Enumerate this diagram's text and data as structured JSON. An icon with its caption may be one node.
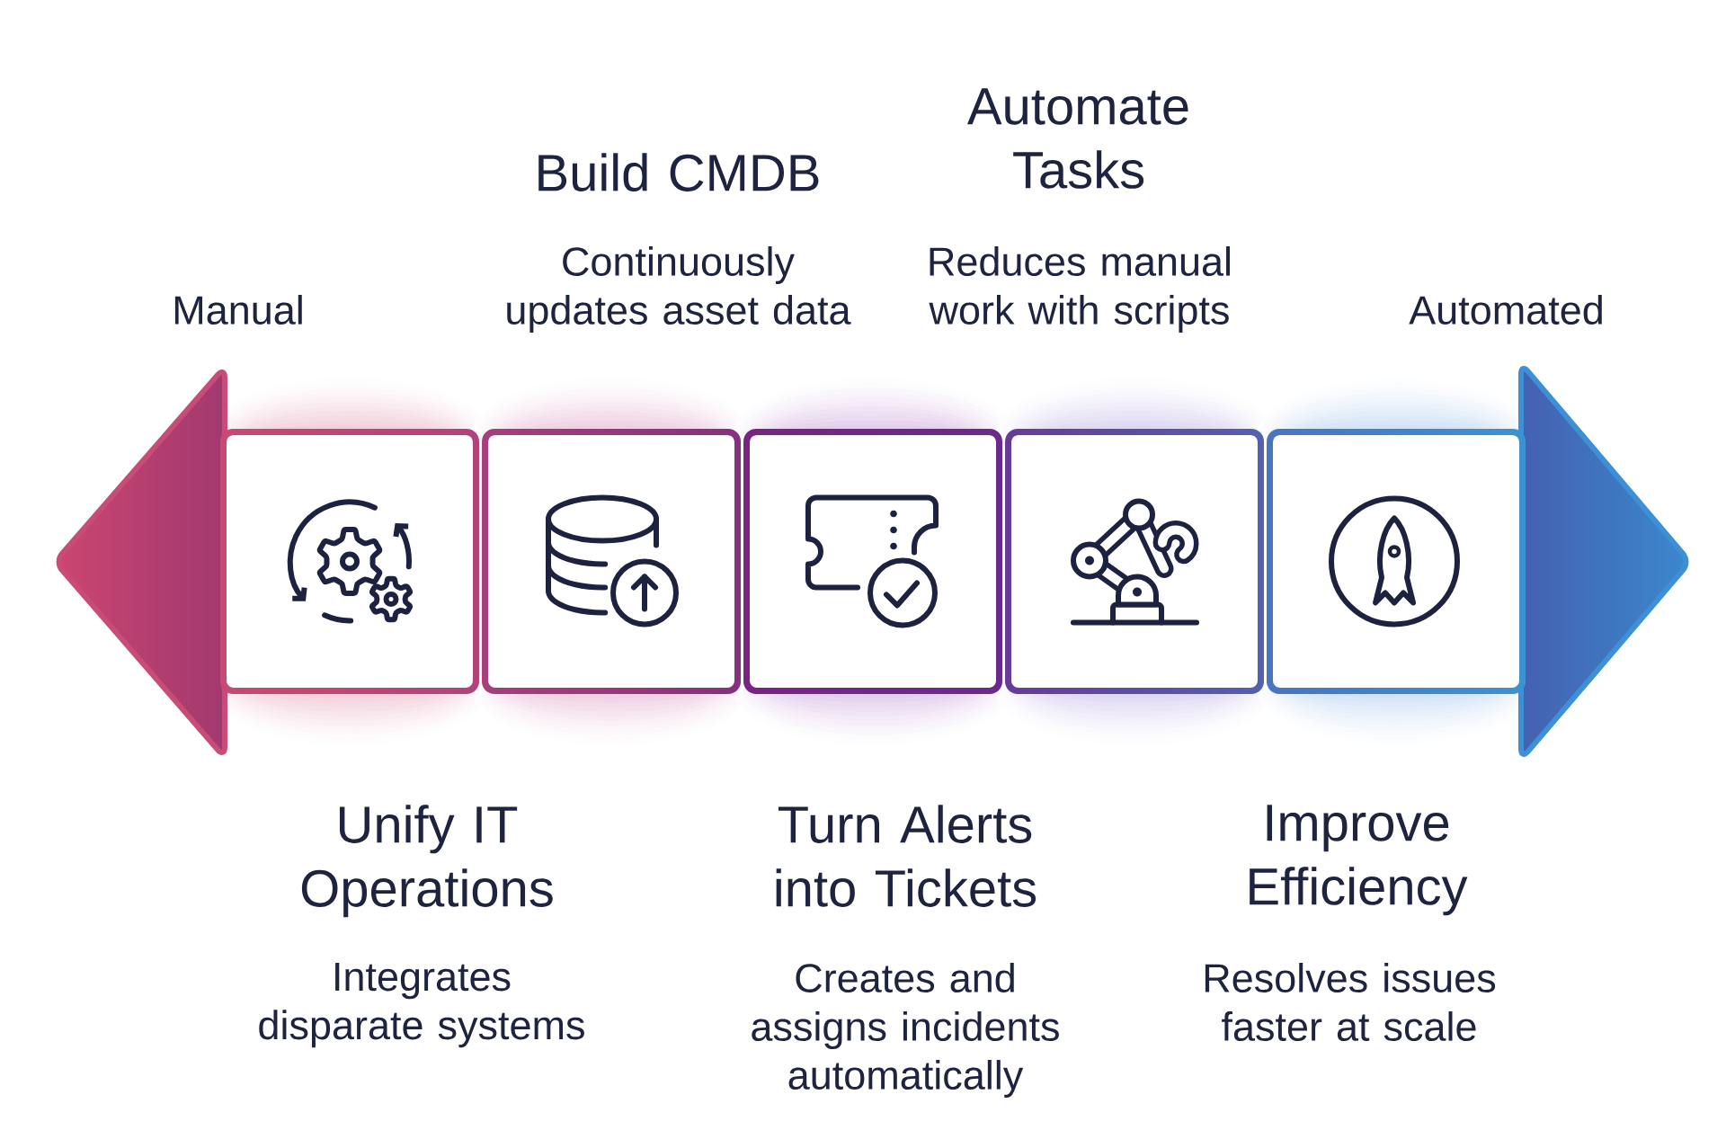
{
  "diagram": {
    "nodes": [
      {
        "text": [
          "Unify IT Operations",
          "Integrates disparate systems"
        ]
      },
      {
        "text": [
          "Build CMDB",
          "Continuously updates asset data"
        ]
      },
      {
        "text": [
          "Turn Alerts into Tickets",
          "Creates and assigns incidents automatically"
        ]
      },
      {
        "text": [
          "Automate Tasks",
          "Reduces manual work with scripts"
        ]
      },
      {
        "text": [
          "Improve Efficiency",
          "Resolves issues faster at scale"
        ]
      }
    ],
    "labels": [
      "Manual",
      "Automated"
    ]
  }
}
